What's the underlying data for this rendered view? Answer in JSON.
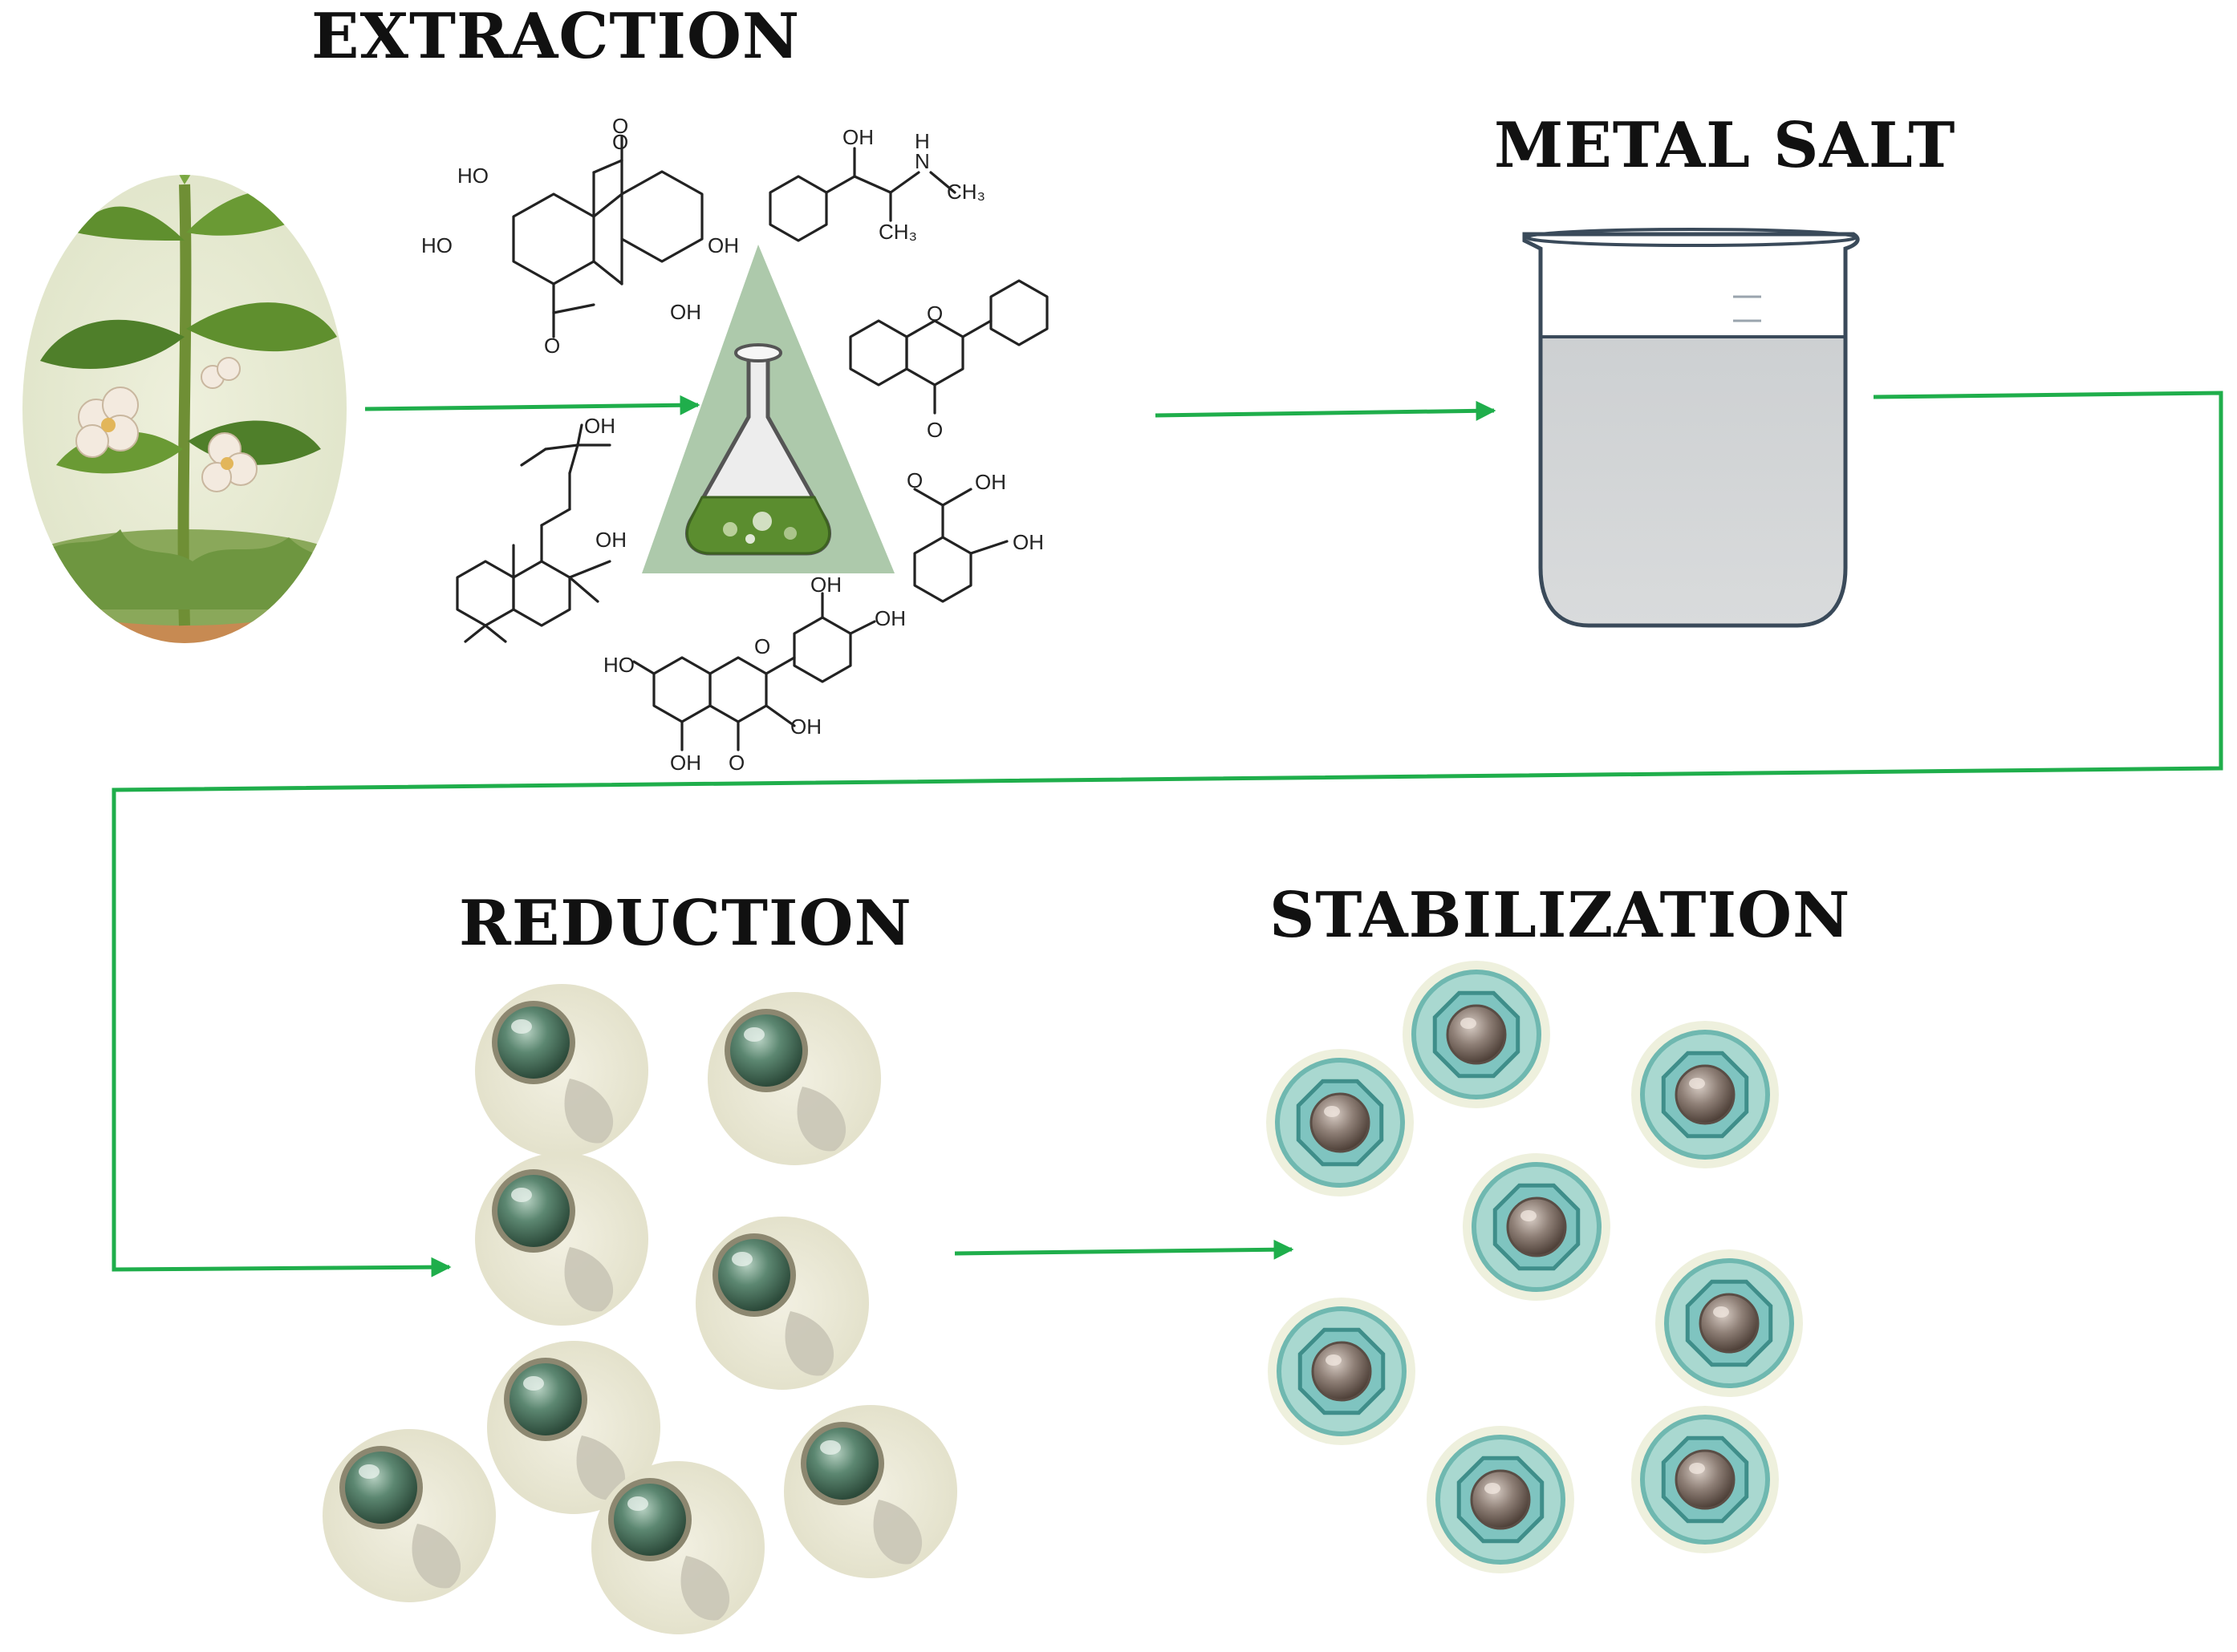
{
  "steps": {
    "extraction": "EXTRACTION",
    "metal_salt": "METAL SALT",
    "reduction": "REDUCTION",
    "stabilization": "STABILIZATION"
  },
  "chem_labels": {
    "oh": "OH",
    "ho": "HO",
    "nh": "N",
    "h": "H",
    "ch3": "CH₃",
    "o": "O"
  },
  "colors": {
    "flow_arrow": "#1fae4b",
    "plant_leaf": "#5f8f2e",
    "flask_triangle": "#9fbf9c",
    "beaker_liquid": "#d2d4d5",
    "particle_core_green": "#4d7560",
    "particle_shell_cyan": "#7fc4c0",
    "particle_core_brown": "#8e7f76"
  },
  "icons": [
    "plant-illustration",
    "flask-icon",
    "beaker-icon",
    "nanoparticle-icon",
    "stabilized-nanoparticle-icon"
  ]
}
